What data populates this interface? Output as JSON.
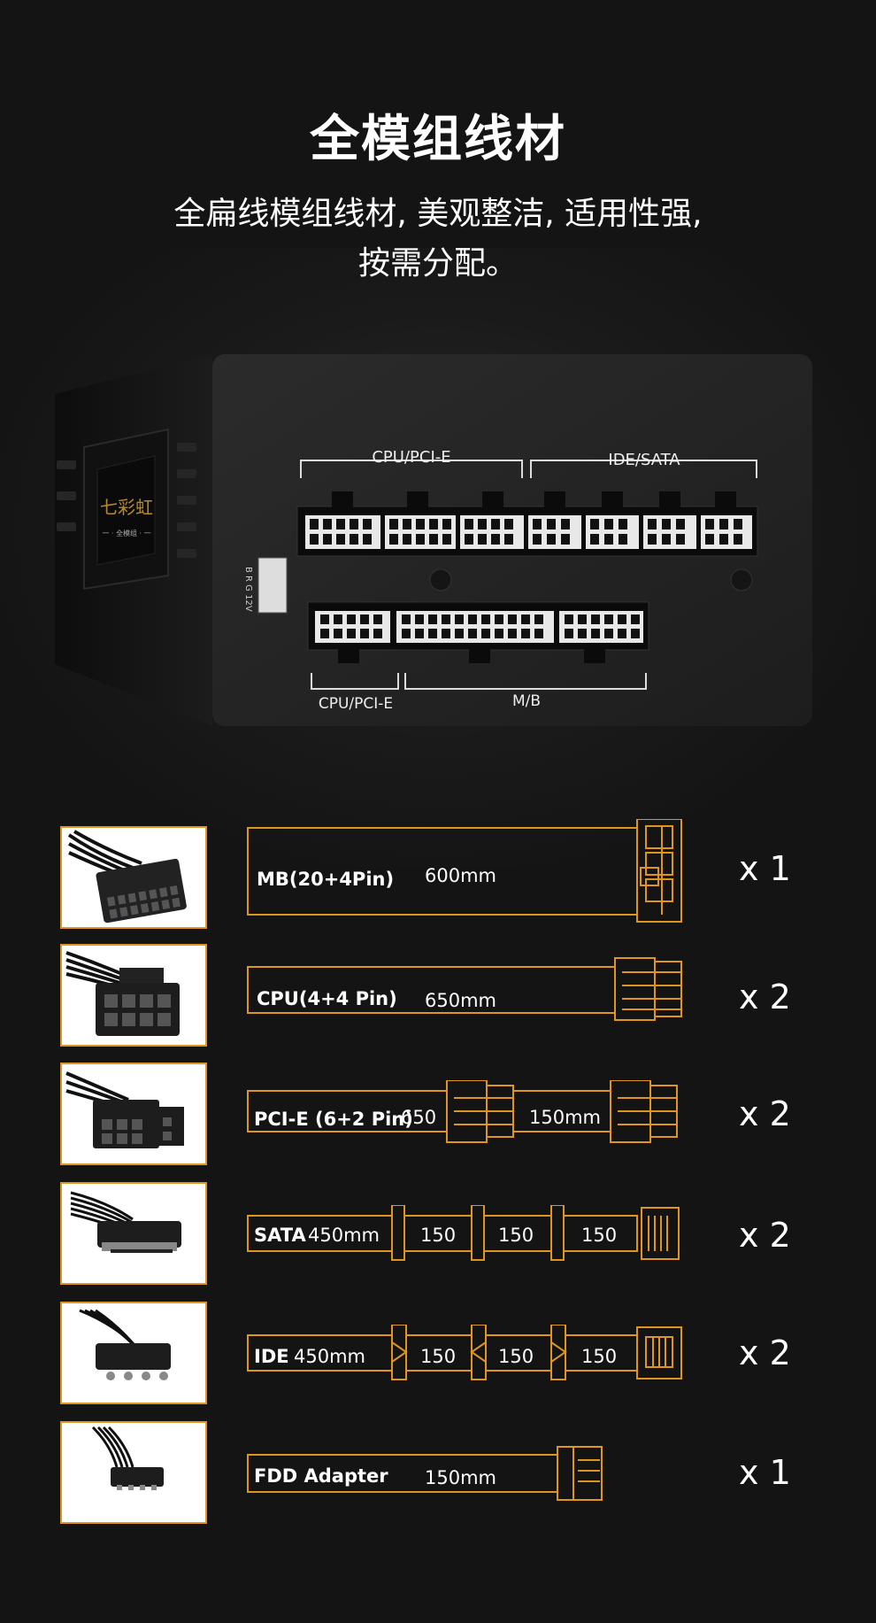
{
  "title": "全模组线材",
  "subtitle_line1": "全扁线模组线材, 美观整洁, 适用性强,",
  "subtitle_line2": "按需分配。",
  "psu": {
    "label_cpu_pcie_top": "CPU/PCI-E",
    "label_ide_sata": "IDE/SATA",
    "label_cpu_pcie_bottom": "CPU/PCI-E",
    "label_mb": "M/B",
    "label_argb": "B R G 12V",
    "logo_text": "七彩虹",
    "logo_sub": "一 · 全模组 · 一"
  },
  "accent_color": "#e0961e",
  "cables": [
    {
      "name": "MB(20+4Pin)",
      "length": "600mm",
      "qty": "x 1"
    },
    {
      "name": "CPU(4+4 Pin)",
      "length": "650mm",
      "qty": "x 2"
    },
    {
      "name": "PCI-E (6+2 Pin)",
      "length": "650",
      "length2": "150mm",
      "qty": "x 2"
    },
    {
      "name": "SATA",
      "length": "450mm",
      "seg1": "150",
      "seg2": "150",
      "seg3": "150",
      "qty": "x 2"
    },
    {
      "name": "IDE",
      "length": "450mm",
      "seg1": "150",
      "seg2": "150",
      "seg3": "150",
      "qty": "x 2"
    },
    {
      "name": "FDD Adapter",
      "length": "150mm",
      "qty": "x 1"
    }
  ]
}
